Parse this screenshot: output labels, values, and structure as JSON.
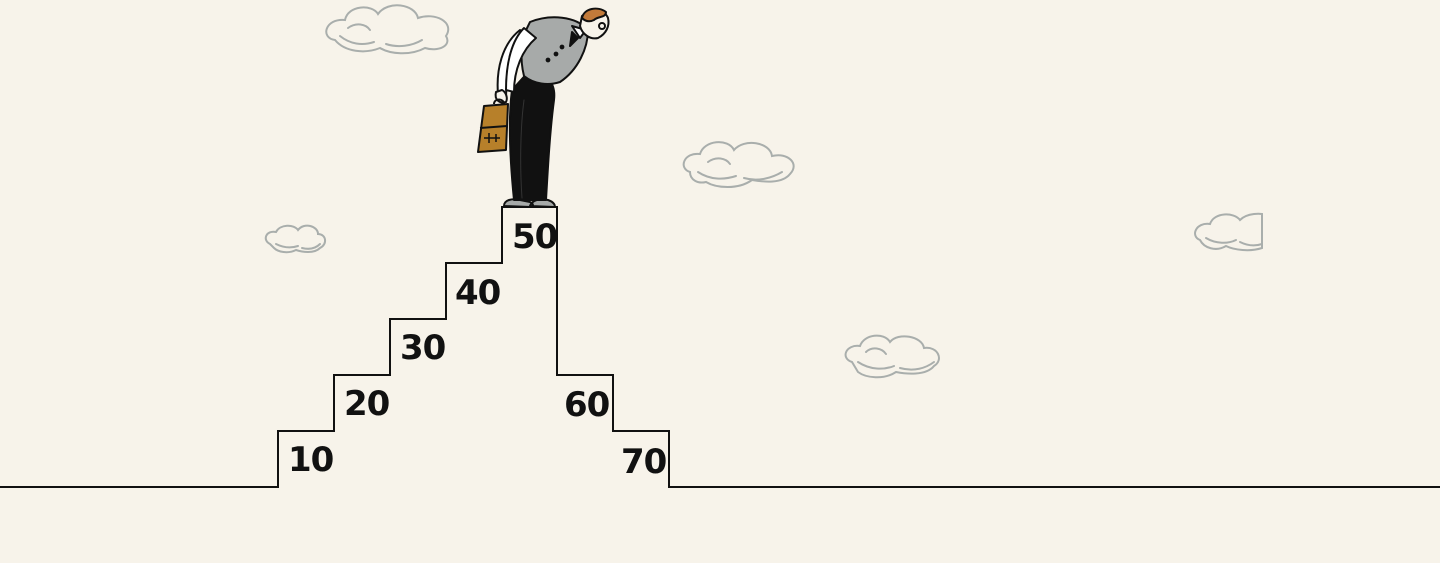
{
  "steps": [
    {
      "label": "10"
    },
    {
      "label": "20"
    },
    {
      "label": "30"
    },
    {
      "label": "40"
    },
    {
      "label": "50"
    },
    {
      "label": "60"
    },
    {
      "label": "70"
    }
  ],
  "colors": {
    "background": "#f7f3ea",
    "line": "#111111",
    "cloud": "#a9aeac",
    "briefcase": "#b7802a",
    "vest": "#a7aaa9",
    "hair": "#c27a3a"
  },
  "icons": [
    "cloud-icon",
    "businessman-figure",
    "briefcase-icon"
  ]
}
